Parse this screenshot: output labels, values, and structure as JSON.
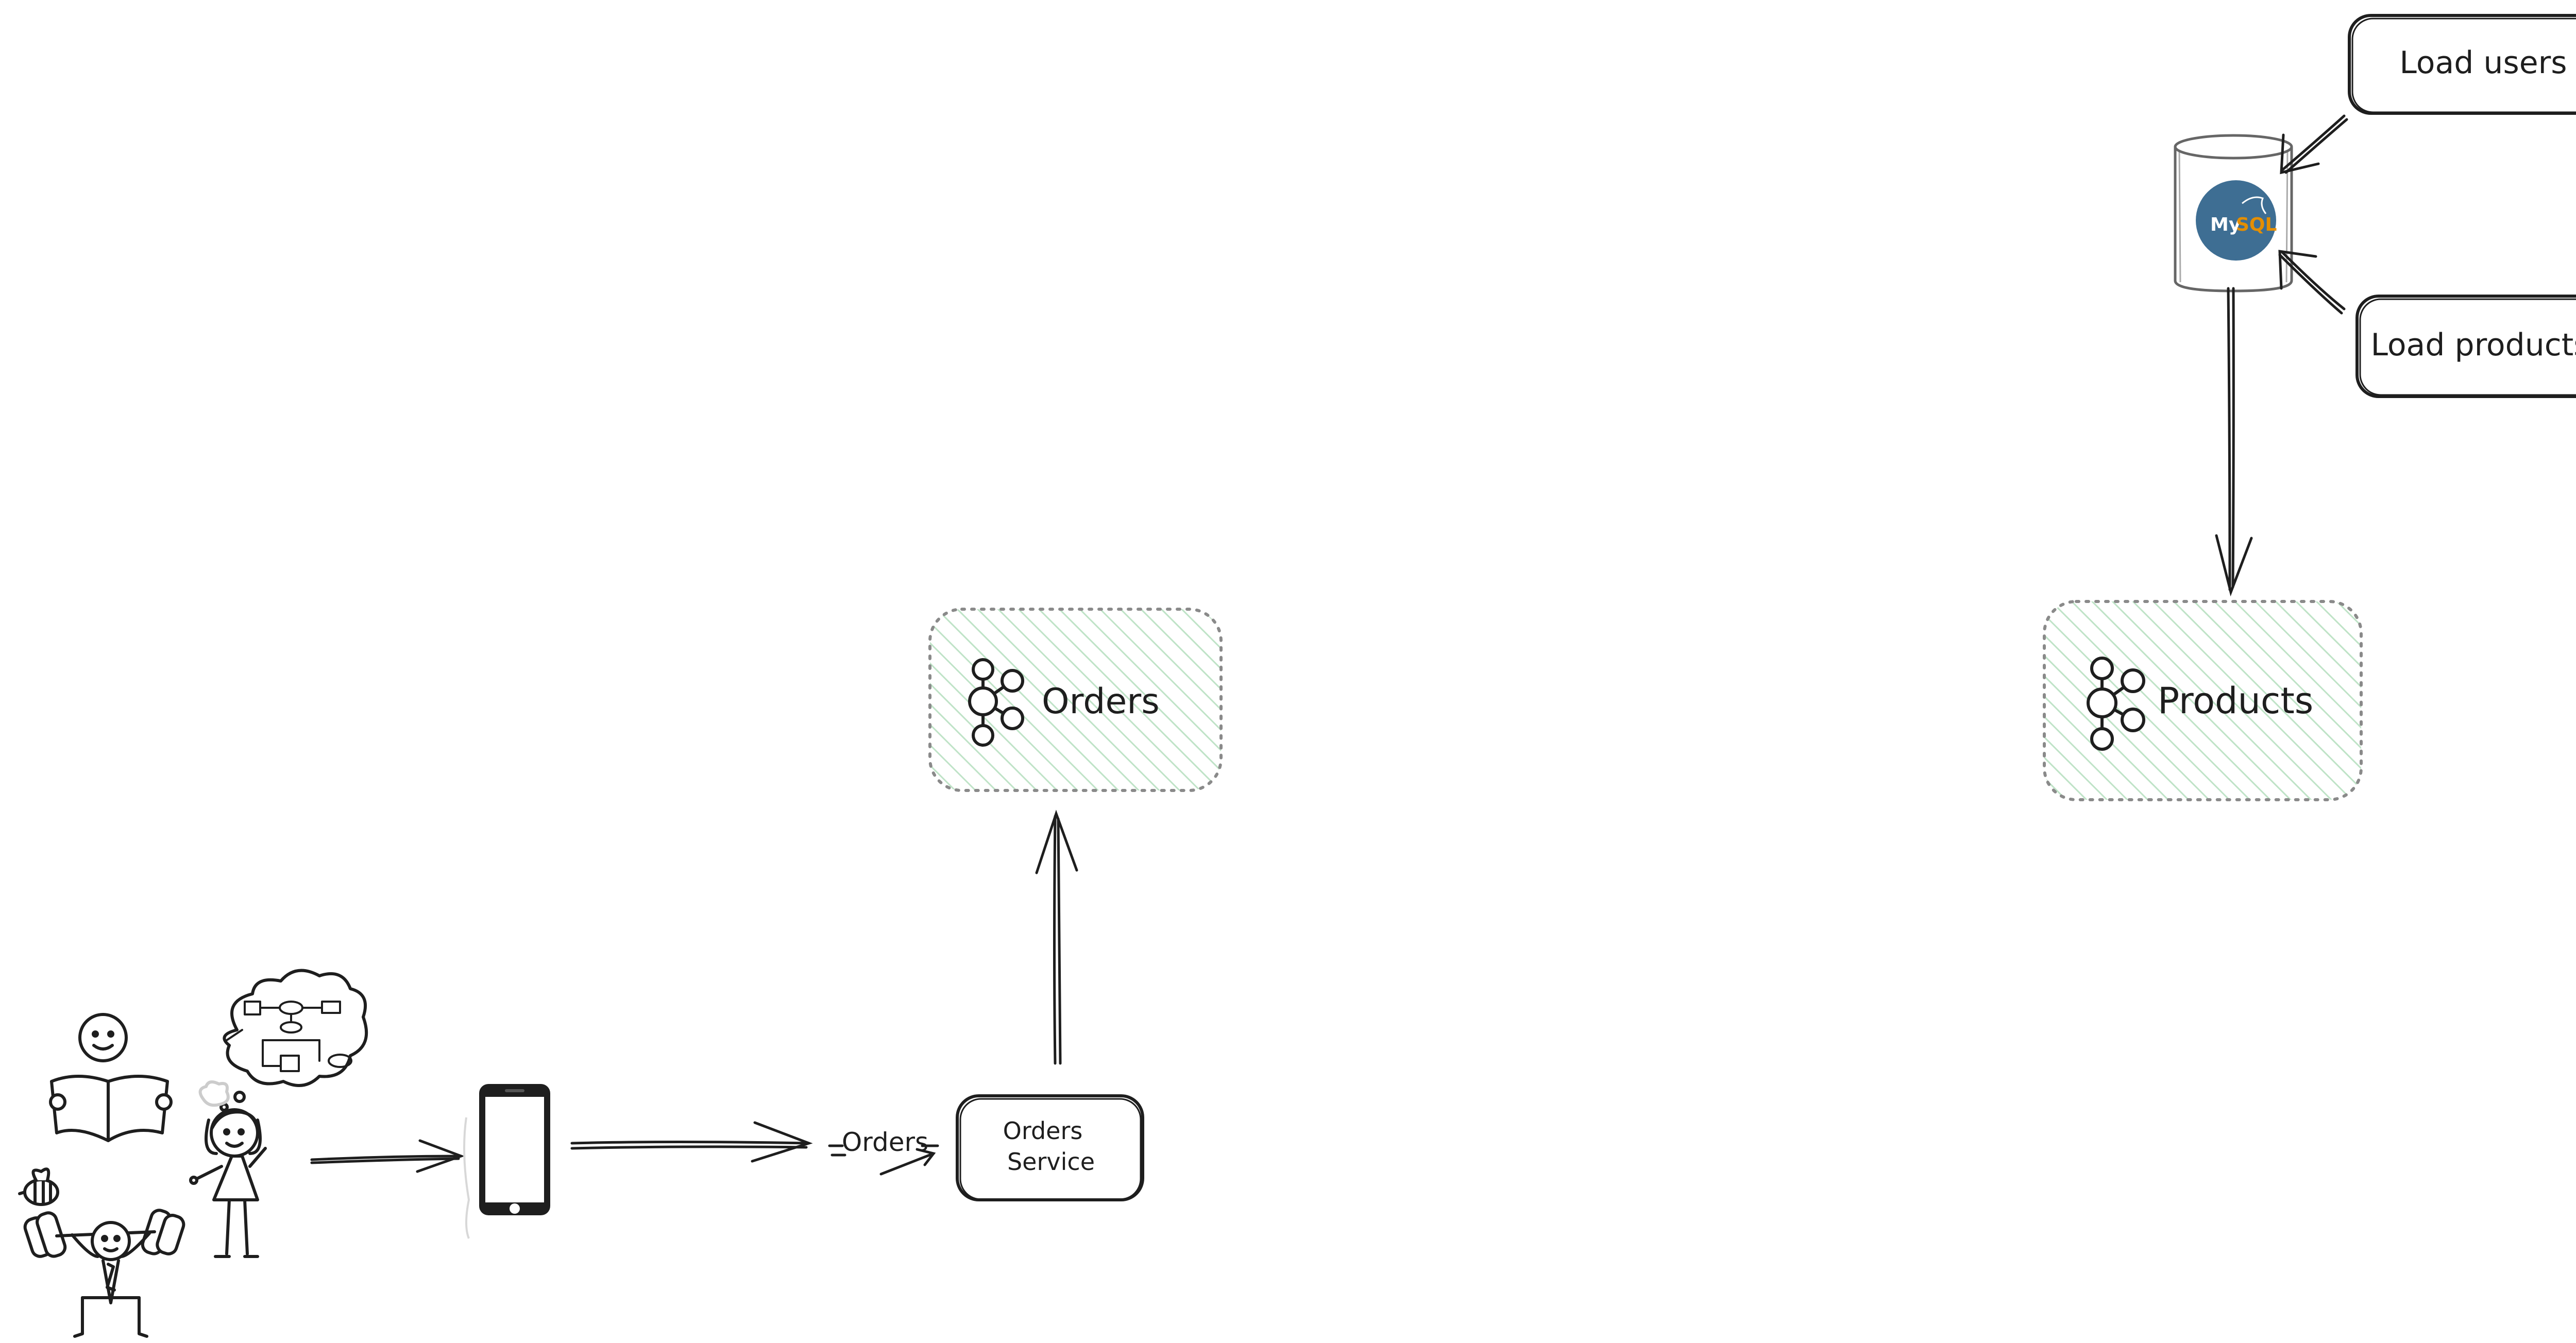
{
  "labels": {
    "orders_topic": "Orders",
    "products_topic": "Products",
    "orders_service": [
      "Orders",
      "Service"
    ],
    "orders_arrow": "Orders",
    "load_users": "Load users",
    "load_products": "Load products",
    "mysql_logo": "MySQL"
  },
  "colors": {
    "stroke": "#1e1e1e",
    "topic_fill": "#d8f0dd",
    "topic_border": "#888888",
    "mysql_blue": "#3e6e93",
    "mysql_orange": "#e48e00",
    "mysql_white": "#ffffff"
  },
  "icons": [
    "users-illustration",
    "smartphone-icon",
    "kafka-icon",
    "database-icon",
    "mysql-logo"
  ]
}
